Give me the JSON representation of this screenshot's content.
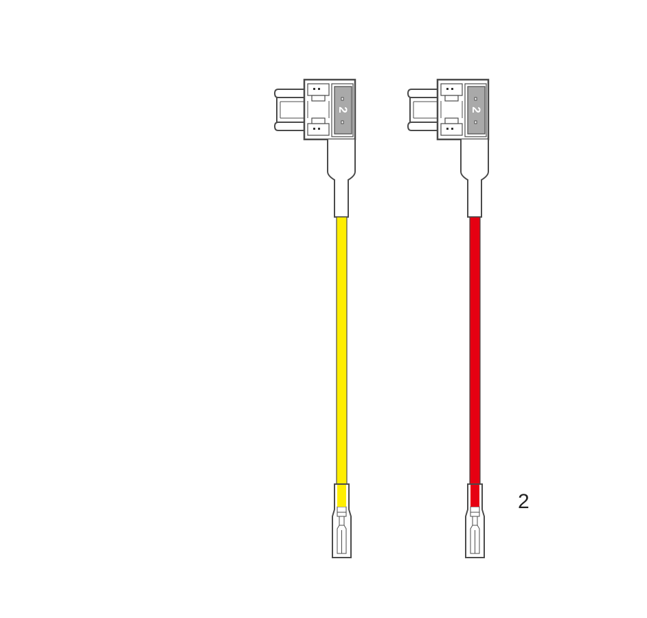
{
  "fuse_label": "2",
  "callout_label": "2",
  "wires": [
    {
      "name": "yellow-wire",
      "color": "#ffee00"
    },
    {
      "name": "red-wire",
      "color": "#e60012"
    }
  ],
  "outline_color": "#4a4a4a",
  "fuse_color": "#a9a9a9"
}
